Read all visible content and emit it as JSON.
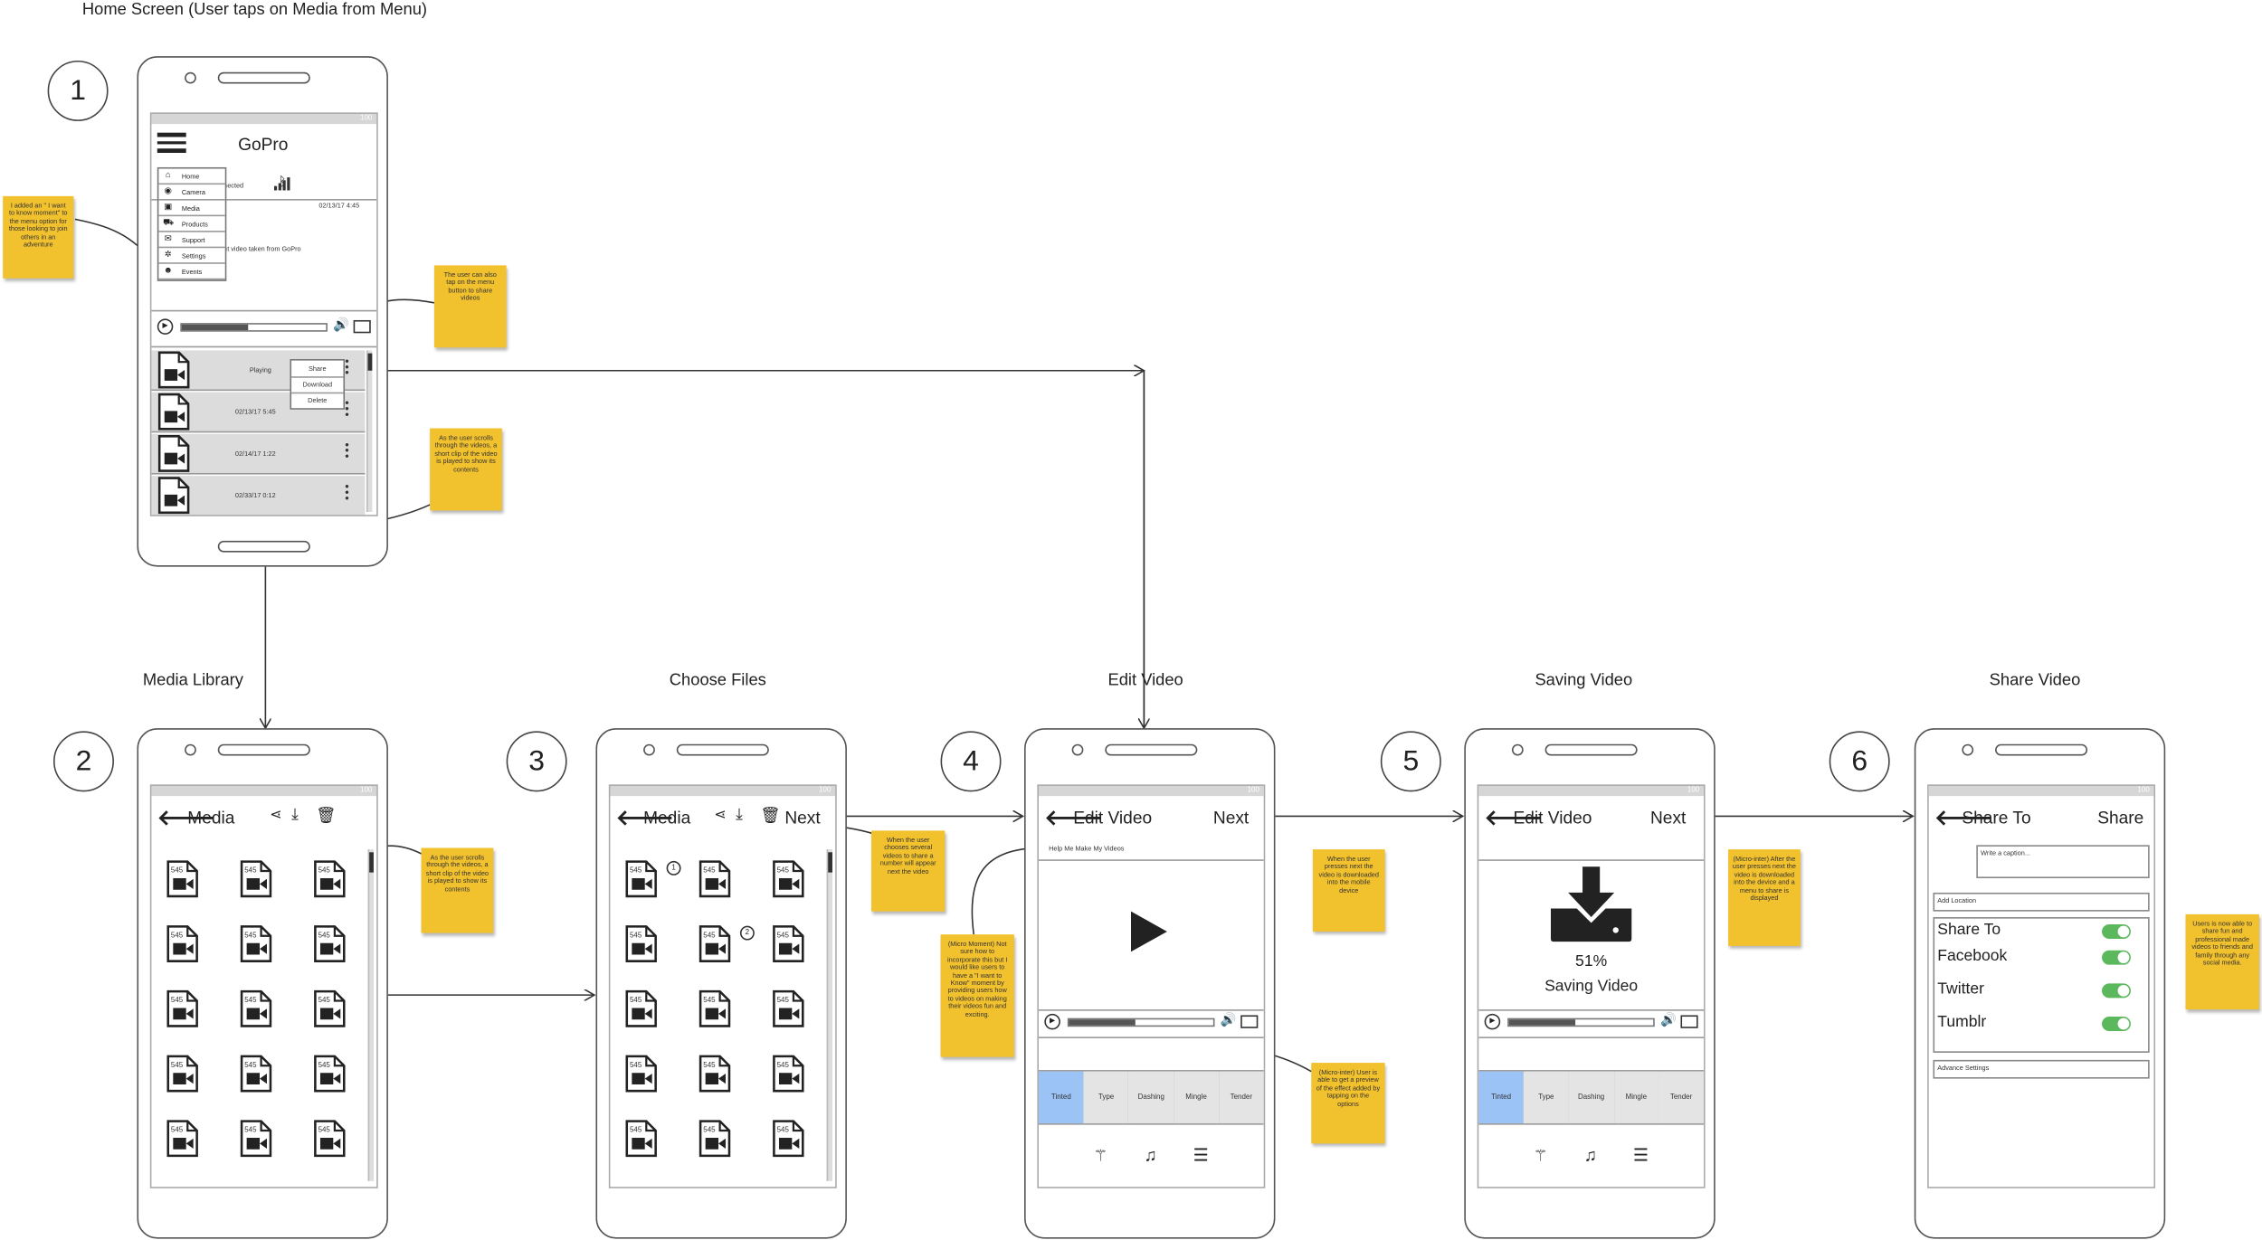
{
  "diagram_title": "Home Screen (User taps on Media from Menu)",
  "status_bar_text": "100",
  "steps": [
    {
      "number": "1"
    },
    {
      "number": "2",
      "title": "Media Library"
    },
    {
      "number": "3",
      "title": "Choose Files"
    },
    {
      "number": "4",
      "title": "Edit Video"
    },
    {
      "number": "5",
      "title": "Saving Video"
    },
    {
      "number": "6",
      "title": "Share Video"
    }
  ],
  "home_screen": {
    "app_title": "GoPro",
    "connected_fragment": "nected",
    "date_time": "02/13/17  4:45",
    "video_caption_fragment": "nt video taken from GoPro",
    "menu_items": [
      {
        "label": "Home",
        "icon": "home-icon",
        "glyph": "⌂"
      },
      {
        "label": "Camera",
        "icon": "camera-icon",
        "glyph": "◉"
      },
      {
        "label": "Media",
        "icon": "media-icon",
        "glyph": "▣"
      },
      {
        "label": "Products",
        "icon": "cart-icon",
        "glyph": "⛟"
      },
      {
        "label": "Support",
        "icon": "chat-icon",
        "glyph": "✉"
      },
      {
        "label": "Settings",
        "icon": "gear-icon",
        "glyph": "✲"
      },
      {
        "label": "Events",
        "icon": "people-icon",
        "glyph": "☻"
      }
    ],
    "video_rows": [
      {
        "meta": "Playing"
      },
      {
        "meta": "02/13/17  5:45"
      },
      {
        "meta": "02/14/17  1:22"
      },
      {
        "meta": "02/33/17  0:12"
      }
    ],
    "context_menu": [
      "Share",
      "Download",
      "Delete"
    ]
  },
  "media_library": {
    "title": "Media",
    "thumb_label": "545"
  },
  "choose_files": {
    "title": "Media",
    "action": "Next",
    "selection_numbers": [
      "1",
      "2"
    ]
  },
  "edit_video": {
    "title": "Edit Video",
    "action": "Next",
    "subtitle": "Help Me Make My Videos",
    "filters": [
      "Tinted",
      "Type",
      "Dashing",
      "Mingle",
      "Tender"
    ]
  },
  "saving_video": {
    "title": "Edit Video",
    "action": "Next",
    "percent": "51%",
    "status": "Saving Video",
    "progress_fraction": 0.51,
    "filters": [
      "Tinted",
      "Type",
      "Dashing",
      "Mingle",
      "Tender"
    ]
  },
  "share_video": {
    "title": "Share To",
    "action": "Share",
    "caption_placeholder": "Write a caption...",
    "add_location": "Add Location",
    "share_to_label": "Share To",
    "networks": [
      {
        "label": "Facebook",
        "on": true
      },
      {
        "label": "Twitter",
        "on": true
      },
      {
        "label": "Tumblr",
        "on": true
      }
    ],
    "advanced_settings": "Advance Settings"
  },
  "notes": {
    "menu_note": "I added an \" I want to know moment\" to the menu option for those looking to join others in an adventure",
    "share_menu_note": "The user can also tap on the menu button to share videos",
    "scroll_note_home": "As the user scrolls through the videos, a short clip of the video is played to show its contents",
    "scroll_note_library": "As the user scrolls through the videos, a short clip of the video is played to show its contents",
    "choose_note": "When the user chooses several videos to share a number will appear next the video",
    "micro_moment_note": "(Micro Moment) Not sure how to incorporate this but I would like users to have a \"I want to Know\" moment by providing users how to videos on making their videos fun and exciting.",
    "preview_note": "(Micro-inter) User is able to get a preview of the effect added by tapping on the options",
    "next_note": "When the user presses next the video is downloaded into the mobile device",
    "download_note": "(Micro-inter) After the user presses next the video is downloaded into the device and a menu to share is displayed",
    "share_note": "Users is now able to share fun and professional made videos to friends and family through any social media."
  }
}
